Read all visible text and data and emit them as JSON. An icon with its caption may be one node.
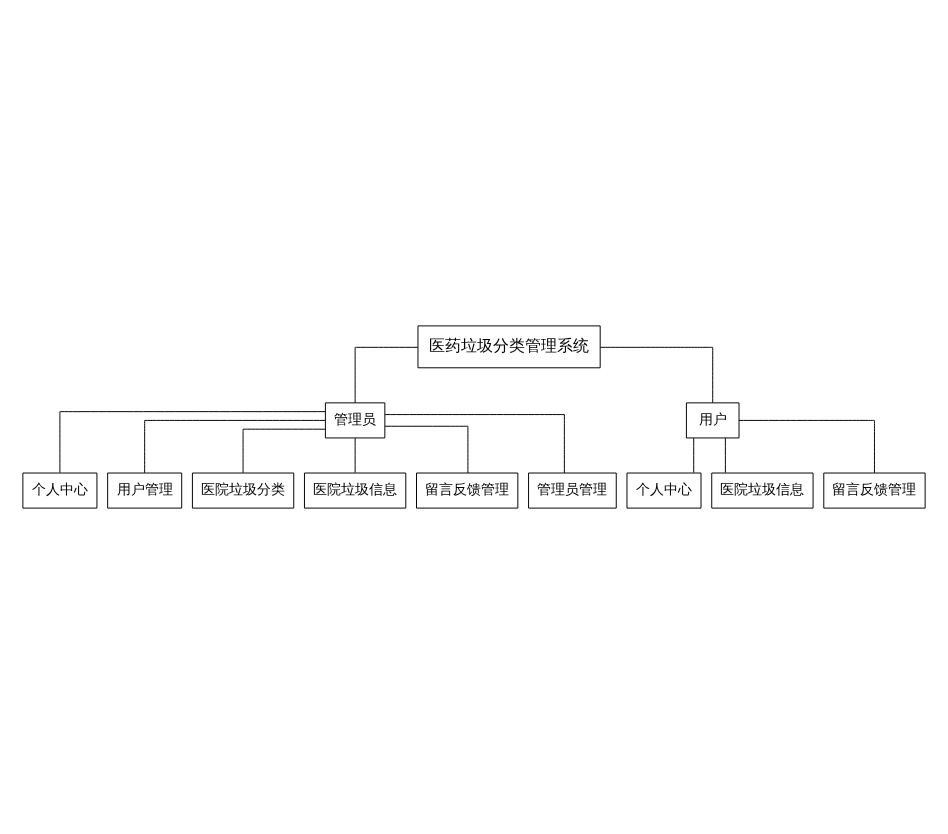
{
  "diagram": {
    "nodes": [
      {
        "text": [
          "医药垃圾分类管理系统"
        ]
      },
      {
        "text": [
          "管理员"
        ]
      },
      {
        "text": [
          "用户"
        ]
      },
      {
        "text": [
          "个人中心"
        ]
      },
      {
        "text": [
          "用户管理"
        ]
      },
      {
        "text": [
          "医院垃圾分类"
        ]
      },
      {
        "text": [
          "医院垃圾信息"
        ]
      },
      {
        "text": [
          "留言反馈管理"
        ]
      },
      {
        "text": [
          "管理员管理"
        ]
      },
      {
        "text": [
          "个人中心"
        ]
      },
      {
        "text": [
          "医院垃圾信息"
        ]
      },
      {
        "text": [
          "留言反馈管理"
        ]
      }
    ],
    "edges": [
      {
        "from": 0,
        "to": 1,
        "arrow": "none"
      },
      {
        "from": 0,
        "to": 2,
        "arrow": "none"
      },
      {
        "from": 1,
        "to": 3,
        "arrow": "none"
      },
      {
        "from": 1,
        "to": 4,
        "arrow": "none"
      },
      {
        "from": 1,
        "to": 5,
        "arrow": "none"
      },
      {
        "from": 1,
        "to": 6,
        "arrow": "none"
      },
      {
        "from": 1,
        "to": 7,
        "arrow": "none"
      },
      {
        "from": 1,
        "to": 8,
        "arrow": "none"
      },
      {
        "from": 2,
        "to": 9,
        "arrow": "none"
      },
      {
        "from": 2,
        "to": 10,
        "arrow": "none"
      },
      {
        "from": 2,
        "to": 11,
        "arrow": "none"
      }
    ]
  }
}
